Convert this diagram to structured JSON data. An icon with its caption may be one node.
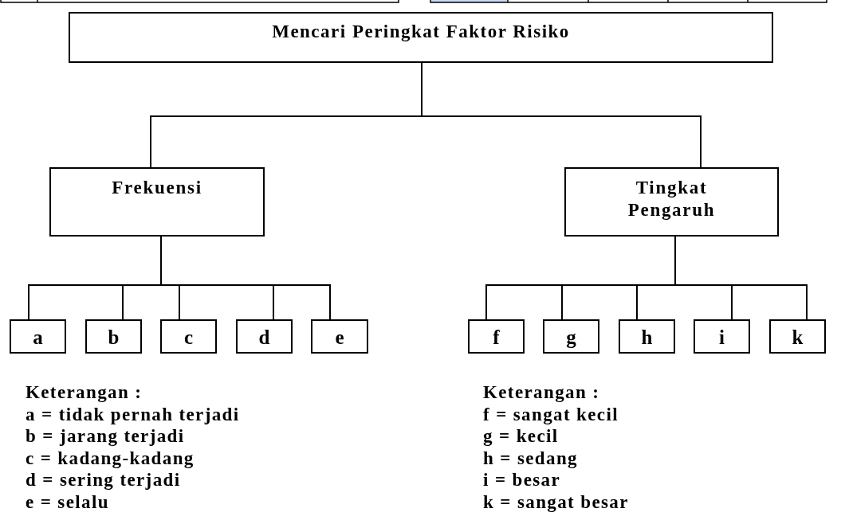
{
  "diagram": {
    "nodes": [
      {
        "text": [
          "Mencari Peringkat Faktor Risiko"
        ]
      },
      {
        "text": [
          "Frekuensi"
        ]
      },
      {
        "text": [
          "Tingkat Pengaruh"
        ]
      },
      {
        "text": [
          "a"
        ]
      },
      {
        "text": [
          "b"
        ]
      },
      {
        "text": [
          "c"
        ]
      },
      {
        "text": [
          "d"
        ]
      },
      {
        "text": [
          "e"
        ]
      },
      {
        "text": [
          "f"
        ]
      },
      {
        "text": [
          "g"
        ]
      },
      {
        "text": [
          "h"
        ]
      },
      {
        "text": [
          "i"
        ]
      },
      {
        "text": [
          "k"
        ]
      }
    ],
    "edges": [
      {
        "from": 0,
        "to": 1,
        "arrow": "none"
      },
      {
        "from": 0,
        "to": 2,
        "arrow": "none"
      },
      {
        "from": 1,
        "to": 3,
        "arrow": "none"
      },
      {
        "from": 1,
        "to": 4,
        "arrow": "none"
      },
      {
        "from": 1,
        "to": 5,
        "arrow": "none"
      },
      {
        "from": 1,
        "to": 6,
        "arrow": "none"
      },
      {
        "from": 1,
        "to": 7,
        "arrow": "none"
      },
      {
        "from": 2,
        "to": 8,
        "arrow": "none"
      },
      {
        "from": 2,
        "to": 9,
        "arrow": "none"
      },
      {
        "from": 2,
        "to": 10,
        "arrow": "none"
      },
      {
        "from": 2,
        "to": 11,
        "arrow": "none"
      },
      {
        "from": 2,
        "to": 12,
        "arrow": "none"
      }
    ],
    "labels": [
      "Keterangan :",
      "a = tidak pernah terjadi",
      "b = jarang terjadi",
      "c = kadang-kadang",
      "d = sering terjadi",
      "e = selalu",
      "Keterangan :",
      "f = sangat kecil",
      "g = kecil",
      "h = sedang",
      "i = besar",
      "k = sangat besar"
    ]
  }
}
